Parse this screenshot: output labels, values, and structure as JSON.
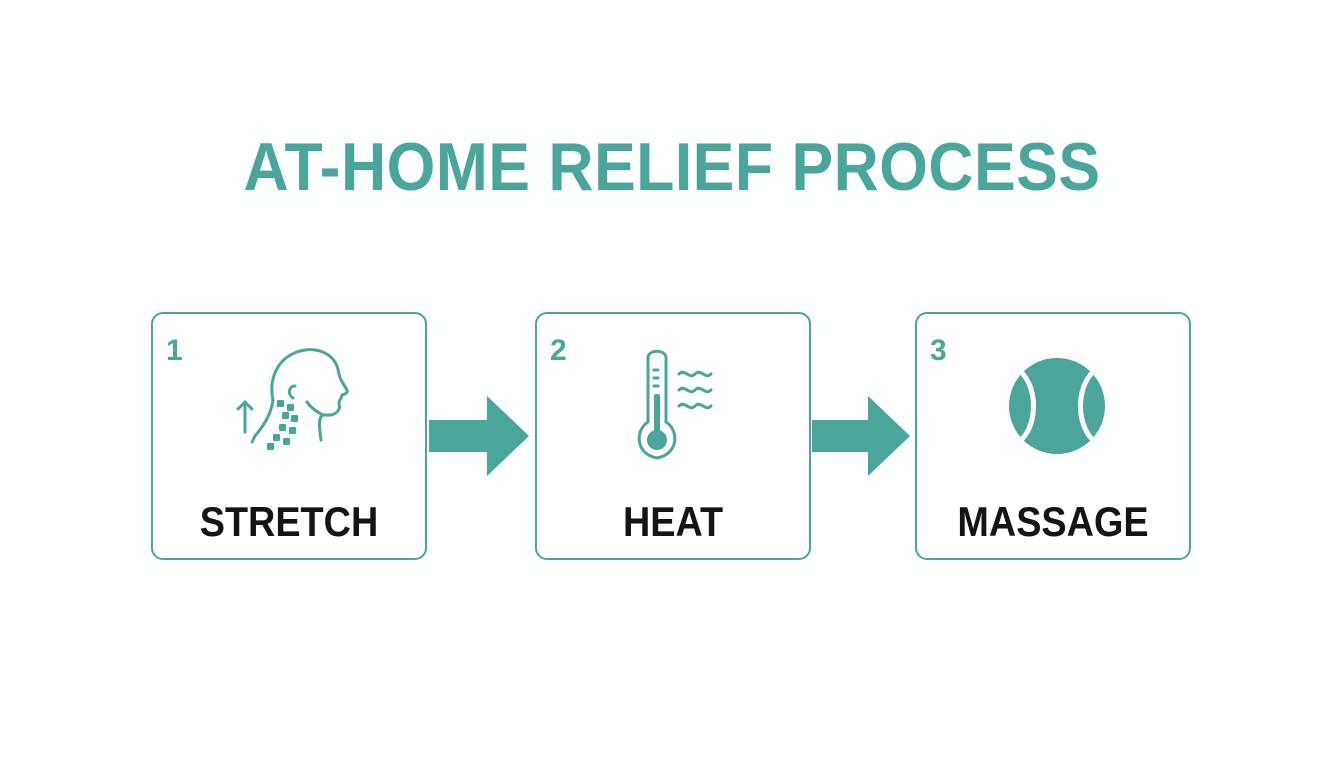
{
  "title": "AT-HOME RELIEF PROCESS",
  "accent_color": "#4aa69a",
  "steps": [
    {
      "number": "1",
      "label": "STRETCH",
      "icon": "neck-stretch-icon"
    },
    {
      "number": "2",
      "label": "HEAT",
      "icon": "thermometer-icon"
    },
    {
      "number": "3",
      "label": "MASSAGE",
      "icon": "massage-ball-icon"
    }
  ]
}
